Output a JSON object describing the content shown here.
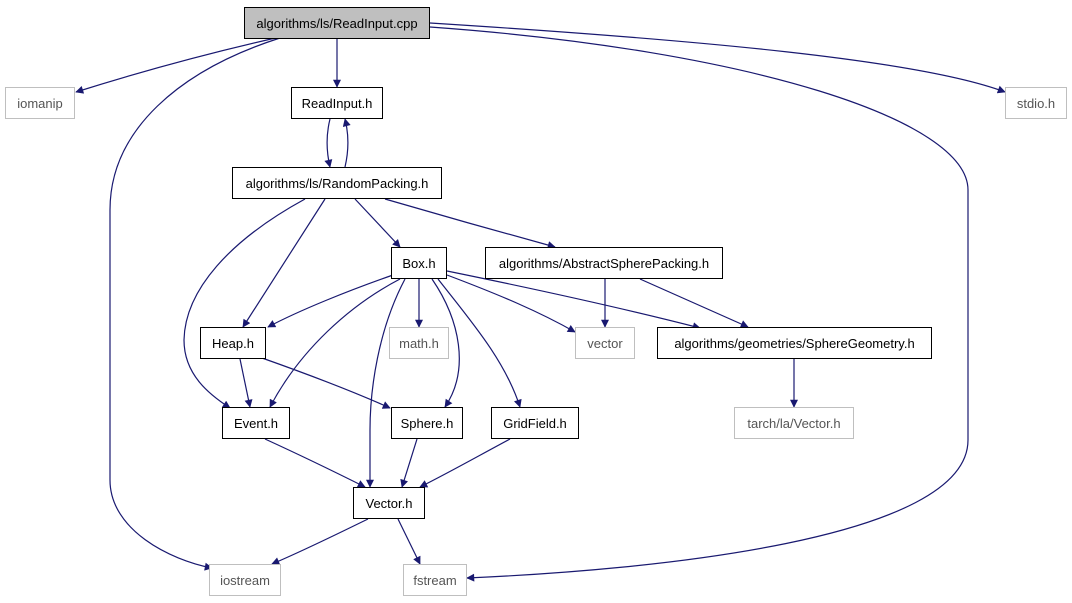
{
  "graph": {
    "edge_color": "#191970",
    "nodes": [
      {
        "id": "readinput_cpp",
        "label": "algorithms/ls/ReadInput.cpp",
        "kind": "root"
      },
      {
        "id": "iomanip",
        "label": "iomanip",
        "kind": "external"
      },
      {
        "id": "readinput_h",
        "label": "ReadInput.h",
        "kind": "internal"
      },
      {
        "id": "stdio_h",
        "label": "stdio.h",
        "kind": "external"
      },
      {
        "id": "randompacking_h",
        "label": "algorithms/ls/RandomPacking.h",
        "kind": "internal"
      },
      {
        "id": "box_h",
        "label": "Box.h",
        "kind": "internal"
      },
      {
        "id": "abstractspherepacking_h",
        "label": "algorithms/AbstractSpherePacking.h",
        "kind": "internal"
      },
      {
        "id": "heap_h",
        "label": "Heap.h",
        "kind": "internal"
      },
      {
        "id": "math_h",
        "label": "math.h",
        "kind": "external"
      },
      {
        "id": "vector",
        "label": "vector",
        "kind": "external"
      },
      {
        "id": "spheregeometry_h",
        "label": "algorithms/geometries/SphereGeometry.h",
        "kind": "internal"
      },
      {
        "id": "event_h",
        "label": "Event.h",
        "kind": "internal"
      },
      {
        "id": "sphere_h",
        "label": "Sphere.h",
        "kind": "internal"
      },
      {
        "id": "gridfield_h",
        "label": "GridField.h",
        "kind": "internal"
      },
      {
        "id": "tarch_vector_h",
        "label": "tarch/la/Vector.h",
        "kind": "external"
      },
      {
        "id": "vector_h",
        "label": "Vector.h",
        "kind": "internal"
      },
      {
        "id": "iostream",
        "label": "iostream",
        "kind": "external"
      },
      {
        "id": "fstream",
        "label": "fstream",
        "kind": "external"
      }
    ],
    "edges": [
      {
        "from": "readinput_cpp",
        "to": "iomanip"
      },
      {
        "from": "readinput_cpp",
        "to": "readinput_h"
      },
      {
        "from": "readinput_cpp",
        "to": "stdio_h"
      },
      {
        "from": "readinput_cpp",
        "to": "iostream"
      },
      {
        "from": "readinput_cpp",
        "to": "fstream"
      },
      {
        "from": "readinput_h",
        "to": "randompacking_h"
      },
      {
        "from": "randompacking_h",
        "to": "readinput_h"
      },
      {
        "from": "randompacking_h",
        "to": "box_h"
      },
      {
        "from": "randompacking_h",
        "to": "abstractspherepacking_h"
      },
      {
        "from": "randompacking_h",
        "to": "heap_h"
      },
      {
        "from": "randompacking_h",
        "to": "event_h"
      },
      {
        "from": "box_h",
        "to": "heap_h"
      },
      {
        "from": "box_h",
        "to": "math_h"
      },
      {
        "from": "box_h",
        "to": "vector"
      },
      {
        "from": "box_h",
        "to": "spheregeometry_h"
      },
      {
        "from": "box_h",
        "to": "event_h"
      },
      {
        "from": "box_h",
        "to": "vector_h"
      },
      {
        "from": "box_h",
        "to": "sphere_h"
      },
      {
        "from": "box_h",
        "to": "gridfield_h"
      },
      {
        "from": "abstractspherepacking_h",
        "to": "vector"
      },
      {
        "from": "abstractspherepacking_h",
        "to": "spheregeometry_h"
      },
      {
        "from": "spheregeometry_h",
        "to": "tarch_vector_h"
      },
      {
        "from": "heap_h",
        "to": "event_h"
      },
      {
        "from": "heap_h",
        "to": "sphere_h"
      },
      {
        "from": "event_h",
        "to": "vector_h"
      },
      {
        "from": "sphere_h",
        "to": "vector_h"
      },
      {
        "from": "gridfield_h",
        "to": "vector_h"
      },
      {
        "from": "vector_h",
        "to": "iostream"
      },
      {
        "from": "vector_h",
        "to": "fstream"
      }
    ]
  }
}
